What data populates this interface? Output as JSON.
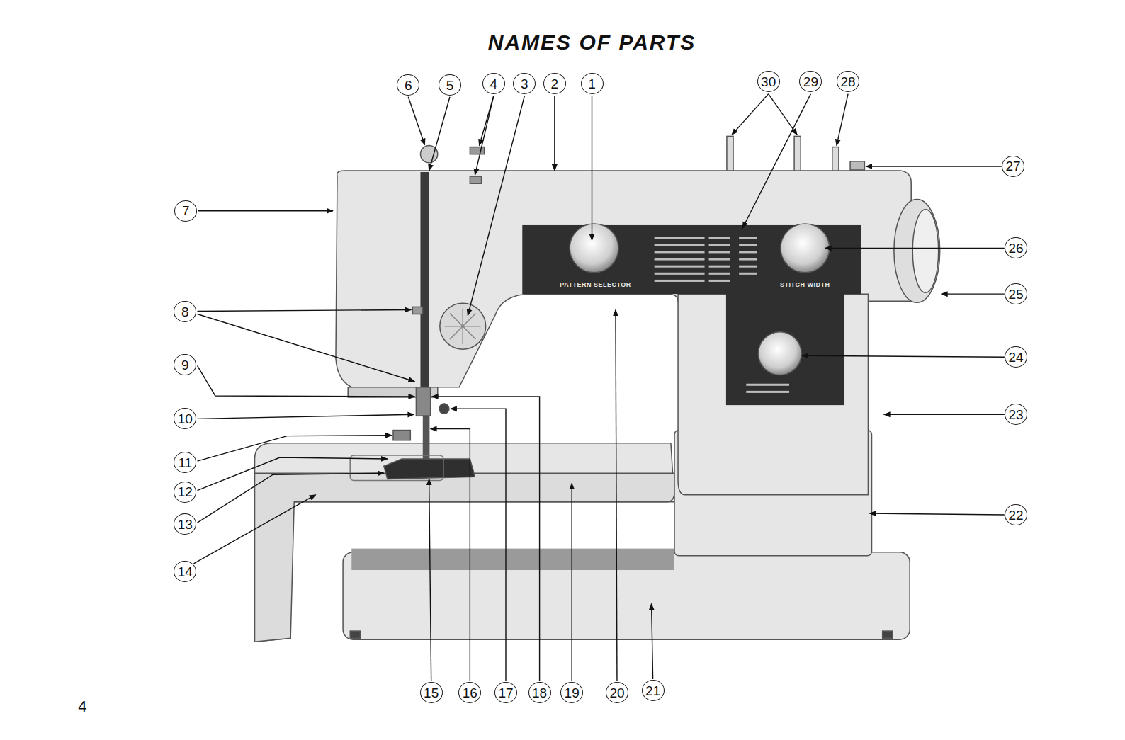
{
  "diagram": {
    "title": "NAMES OF PARTS",
    "nodes": [
      {
        "text": [
          "1"
        ]
      },
      {
        "text": [
          "2"
        ]
      },
      {
        "text": [
          "3"
        ]
      },
      {
        "text": [
          "4"
        ]
      },
      {
        "text": [
          "5"
        ]
      },
      {
        "text": [
          "6"
        ]
      },
      {
        "text": [
          "7"
        ]
      },
      {
        "text": [
          "8"
        ]
      },
      {
        "text": [
          "9"
        ]
      },
      {
        "text": [
          "10"
        ]
      },
      {
        "text": [
          "11"
        ]
      },
      {
        "text": [
          "12"
        ]
      },
      {
        "text": [
          "13"
        ]
      },
      {
        "text": [
          "14"
        ]
      },
      {
        "text": [
          "15"
        ]
      },
      {
        "text": [
          "16"
        ]
      },
      {
        "text": [
          "17"
        ]
      },
      {
        "text": [
          "18"
        ]
      },
      {
        "text": [
          "19"
        ]
      },
      {
        "text": [
          "20"
        ]
      },
      {
        "text": [
          "21"
        ]
      },
      {
        "text": [
          "22"
        ]
      },
      {
        "text": [
          "23"
        ]
      },
      {
        "text": [
          "24"
        ]
      },
      {
        "text": [
          "25"
        ]
      },
      {
        "text": [
          "26"
        ]
      },
      {
        "text": [
          "27"
        ]
      },
      {
        "text": [
          "28"
        ]
      },
      {
        "text": [
          "29"
        ]
      },
      {
        "text": [
          "30"
        ]
      }
    ],
    "labels": [
      "PATTERN SELECTOR",
      "STITCH WIDTH",
      "4"
    ]
  }
}
